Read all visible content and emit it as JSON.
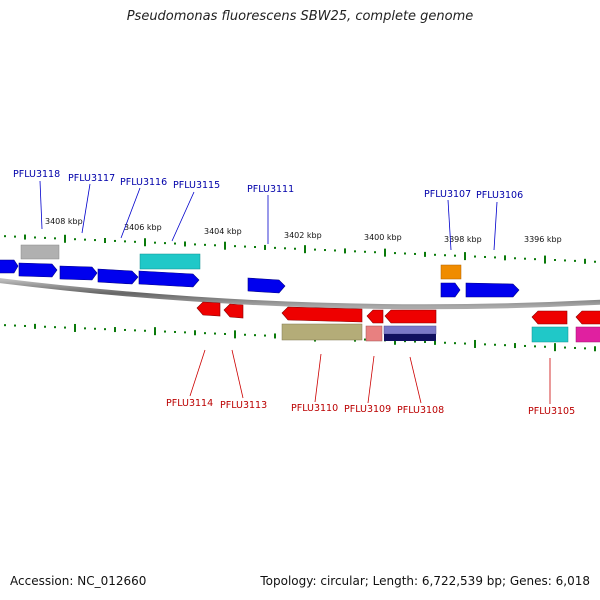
{
  "title": "Pseudomonas fluorescens SBW25, complete genome",
  "footer": {
    "accession": "Accession: NC_012660",
    "summary": "Topology: circular; Length: 6,722,539 bp; Genes: 6,018"
  },
  "scale_labels": [
    "3408 kbp",
    "3406 kbp",
    "3404 kbp",
    "3402 kbp",
    "3400 kbp",
    "3398 kbp",
    "3396 kbp"
  ],
  "top_gene_labels": [
    "PFLU3118",
    "PFLU3117",
    "PFLU3116",
    "PFLU3115",
    "PFLU3111",
    "PFLU3107",
    "PFLU3106"
  ],
  "bottom_gene_labels": [
    "PFLU3114",
    "PFLU3113",
    "PFLU3110",
    "PFLU3109",
    "PFLU3108",
    "PFLU3105"
  ],
  "colors": {
    "forward": "#0000ee",
    "reverse": "#ee0000",
    "forward_label": "#0000aa",
    "reverse_label": "#bb0000",
    "ticks": "#0a7a0a",
    "backbone": "#888888",
    "gray_feature": "#b0b0b0",
    "cyan_feature": "#20c8c8",
    "orange_feature": "#f08c00",
    "olive_feature": "#b4ac78",
    "salmon_feature": "#e88080",
    "slate_feature": "#7a78c8",
    "navy_feature": "#101060",
    "magenta_feature": "#e020a0"
  }
}
